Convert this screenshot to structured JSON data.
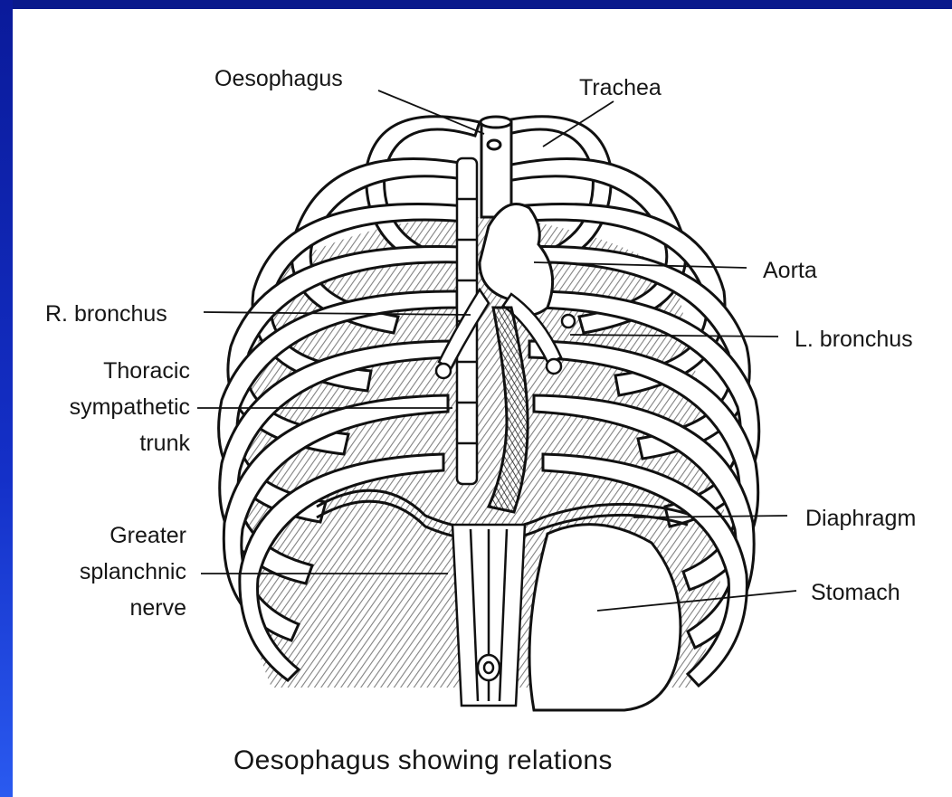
{
  "labels": {
    "oesophagus": "Oesophagus",
    "trachea": "Trachea",
    "aorta": "Aorta",
    "r_bronchus": "R. bronchus",
    "l_bronchus": "L. bronchus",
    "thoracic_line1": "Thoracic",
    "thoracic_line2": "sympathetic",
    "thoracic_line3": "trunk",
    "diaphragm": "Diaphragm",
    "greater_line1": "Greater",
    "greater_line2": "splanchnic",
    "greater_line3": "nerve",
    "stomach": "Stomach"
  },
  "caption": "Oesophagus showing relations",
  "colors": {
    "frame": "#0a1a9a",
    "ink": "#161616",
    "background": "#ffffff"
  }
}
